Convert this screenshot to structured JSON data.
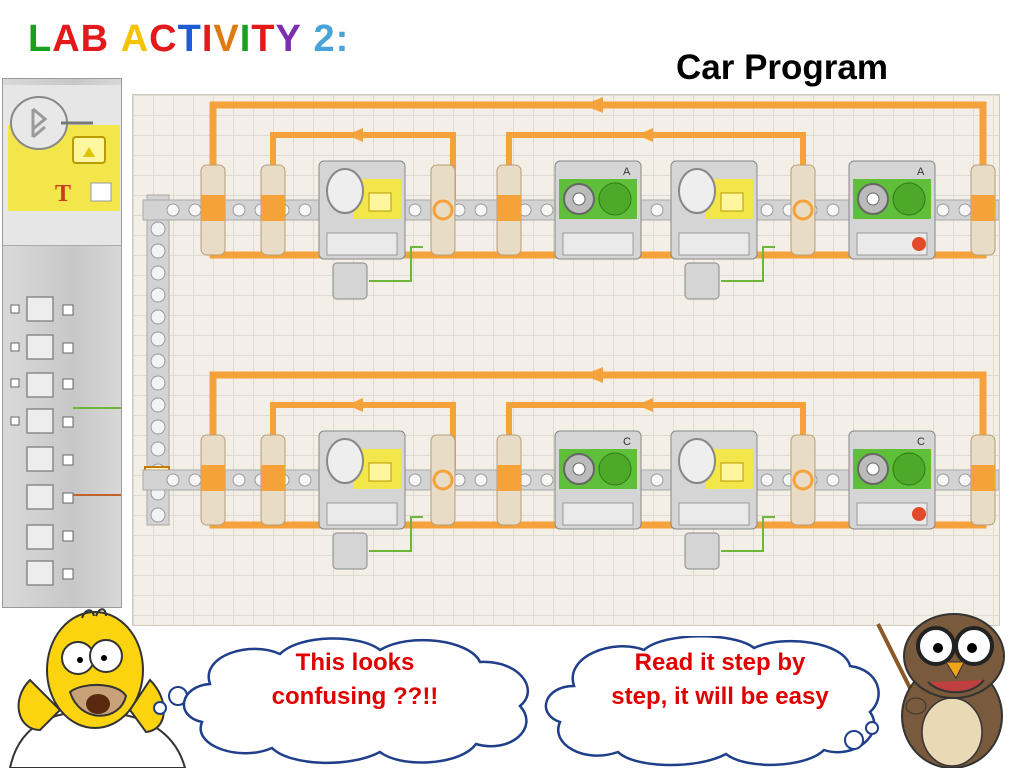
{
  "title": {
    "letters": [
      {
        "ch": "L",
        "color": "#18a01e"
      },
      {
        "ch": "A",
        "color": "#e3191c"
      },
      {
        "ch": "B",
        "color": "#e3191c"
      },
      {
        "ch": " ",
        "color": "#000000"
      },
      {
        "ch": "A",
        "color": "#f5c300"
      },
      {
        "ch": "C",
        "color": "#e3191c"
      },
      {
        "ch": "T",
        "color": "#1f5bd6"
      },
      {
        "ch": "I",
        "color": "#e3191c"
      },
      {
        "ch": "V",
        "color": "#e07a10"
      },
      {
        "ch": "I",
        "color": "#18a01e"
      },
      {
        "ch": "T",
        "color": "#e3191c"
      },
      {
        "ch": "Y",
        "color": "#7a2fb0"
      },
      {
        "ch": " ",
        "color": "#000000"
      },
      {
        "ch": "2:",
        "color": "#4aa3d8"
      }
    ]
  },
  "subtitle": "Car Program",
  "program": {
    "rows": [
      {
        "motor_label_1": "A",
        "motor_label_2": "A"
      },
      {
        "motor_label_1": "C",
        "motor_label_2": "C"
      }
    ]
  },
  "bubbles": {
    "left": "This looks confusing ??!!",
    "right": "Read it step by step, it will be easy"
  },
  "colors": {
    "loop": "#f5a23a",
    "beam": "#d3d3d3",
    "bt_block": "#f2e64a",
    "motor_block": "#5fbf3a",
    "bubble_text": "#e00000"
  },
  "icons": [
    "bluetooth-icon",
    "gear-icon",
    "loop-icon",
    "wire-plug-icon"
  ]
}
